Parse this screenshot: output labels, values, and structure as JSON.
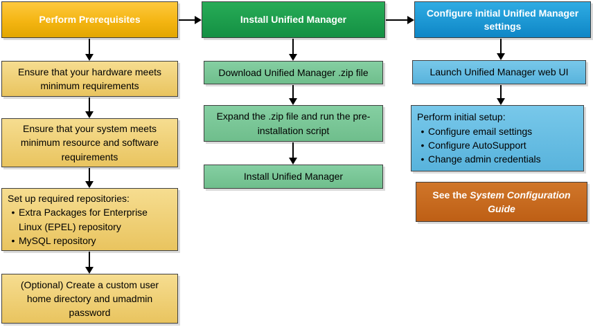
{
  "glyphs": {
    "bullet": "•"
  },
  "palette": {
    "gold_header_top": "#FDC93F",
    "gold_header_bottom": "#E2A600",
    "gold_step_top": "#F6DD90",
    "gold_step_bottom": "#E9C45F",
    "green_header_top": "#27AC57",
    "green_header_bottom": "#149043",
    "green_step_top": "#85CFA2",
    "green_step_bottom": "#6FBE8C",
    "blue_header_top": "#2FACE3",
    "blue_header_bottom": "#0E86C6",
    "blue_step_top": "#78C8EA",
    "blue_step_bottom": "#58B3DC",
    "orange_top": "#D0762A",
    "orange_bottom": "#BE5F15",
    "border": "#3F3F3F",
    "arrow": "#000000",
    "shadow": "#DBDBDB",
    "header_text": "#FFFFFF",
    "step_text": "#000000"
  },
  "columns": [
    {
      "header": "Perform Prerequisites",
      "steps": [
        "Ensure that your hardware meets minimum requirements",
        "Ensure that your system meets minimum resource and software requirements",
        {
          "title": "Set up required repositories:",
          "bullets": [
            "Extra Packages for Enterprise Linux (EPEL) repository",
            "MySQL repository"
          ]
        },
        "(Optional) Create a custom user home directory and umadmin password"
      ]
    },
    {
      "header": "Install Unified Manager",
      "steps": [
        "Download Unified Manager .zip file",
        "Expand the .zip file and run the pre-installation script",
        "Install Unified Manager"
      ]
    },
    {
      "header": "Configure initial Unified Manager settings",
      "steps": [
        "Launch Unified Manager web UI",
        {
          "title": "Perform initial setup:",
          "bullets": [
            "Configure email settings",
            "Configure AutoSupport",
            "Change admin credentials"
          ]
        }
      ],
      "note": {
        "prefix": "See the",
        "guide_italic": "System Configuration Guide"
      }
    }
  ]
}
